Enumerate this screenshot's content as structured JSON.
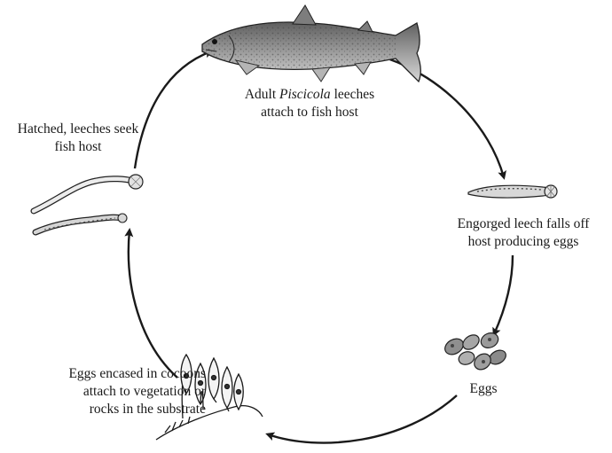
{
  "labels": {
    "adult": {
      "pre": "Adult ",
      "italic": "Piscicola",
      "post": " leeches",
      "line2": "attach to fish host"
    },
    "engorged": {
      "line1": "Engorged leech falls off",
      "line2": "host producing eggs"
    },
    "eggs": {
      "line1": "Eggs"
    },
    "cocoons": {
      "line1": "Eggs encased in cocoons",
      "line2": "attach to vegetation or",
      "line3": "rocks in the substrate"
    },
    "hatched": {
      "line1": "Hatched, leeches seek",
      "line2": "fish host"
    }
  },
  "colors": {
    "ink": "#1a1a1a",
    "fish_body": "#9a9a9a",
    "leech_fill": "#dcdcdc"
  }
}
